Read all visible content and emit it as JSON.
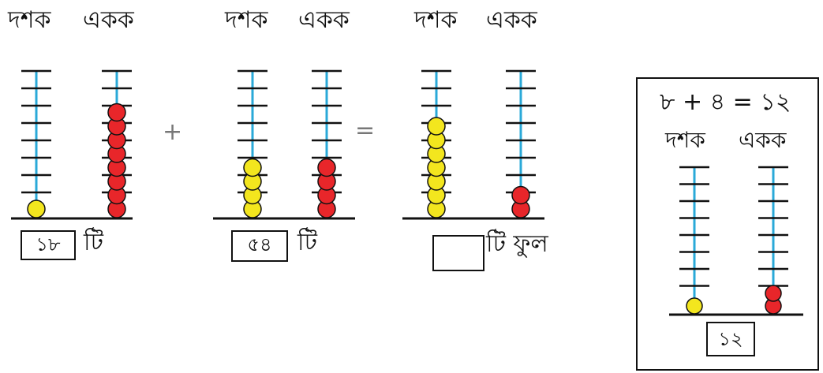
{
  "colors": {
    "rod": "#2aa9d8",
    "ones_bead": "#e8262a",
    "tens_bead": "#f3e61e",
    "line": "#111111"
  },
  "column_labels": {
    "tens": "দশক",
    "ones": "একক"
  },
  "abacus_1": {
    "tens_beads": 1,
    "ones_beads": 8,
    "number": "১৮",
    "suffix": "টি"
  },
  "operator_plus": "+",
  "abacus_2": {
    "tens_beads": 4,
    "ones_beads": 4,
    "number": "৫৪",
    "suffix": "টি"
  },
  "operator_equals": "=",
  "abacus_3": {
    "tens_beads": 7,
    "ones_beads": 2,
    "number": "",
    "suffix": "টি ফুল"
  },
  "hint_panel": {
    "equation": "৮ + ৪ =  ১২",
    "tens_beads": 1,
    "ones_beads": 2,
    "number": "১২"
  }
}
